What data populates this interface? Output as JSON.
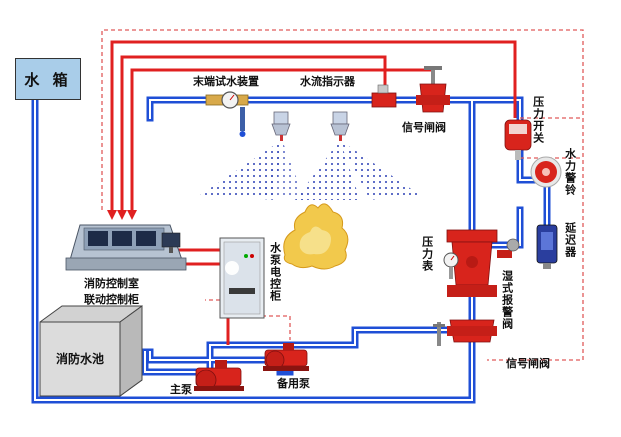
{
  "labels": {
    "water_tank": "水 箱",
    "test_device": "末端试水装置",
    "flow_indicator": "水流指示器",
    "signal_valve_top": "信号闸阀",
    "pressure_switch": "压力开关",
    "water_alarm_bell": "水力警铃",
    "delay_device": "延迟器",
    "pressure_gauge": "压力表",
    "wet_alarm_valve": "湿式报警阀",
    "pump_control_cabinet": "水泵电控柜",
    "control_room_line1": "消防控制室",
    "control_room_line2": "联动控制柜",
    "fire_pool": "消防水池",
    "main_pump": "主泵",
    "standby_pump": "备用泵",
    "signal_valve_bottom": "信号闸阀"
  },
  "colors": {
    "water_pipe": "#1f4fd6",
    "signal_line": "#e02020",
    "dashed_line": "#e05a5a",
    "tank_fill": "#a9cde9",
    "valve_red": "#d8241c",
    "spray_dots": "#2b3fb5",
    "fire": "#f2c94c"
  },
  "icons": {
    "sprinkler": "sprinkler-head-icon",
    "gauge": "pressure-gauge-icon",
    "valve": "gate-valve-icon",
    "fire": "fire-icon",
    "pump": "water-pump-icon"
  }
}
